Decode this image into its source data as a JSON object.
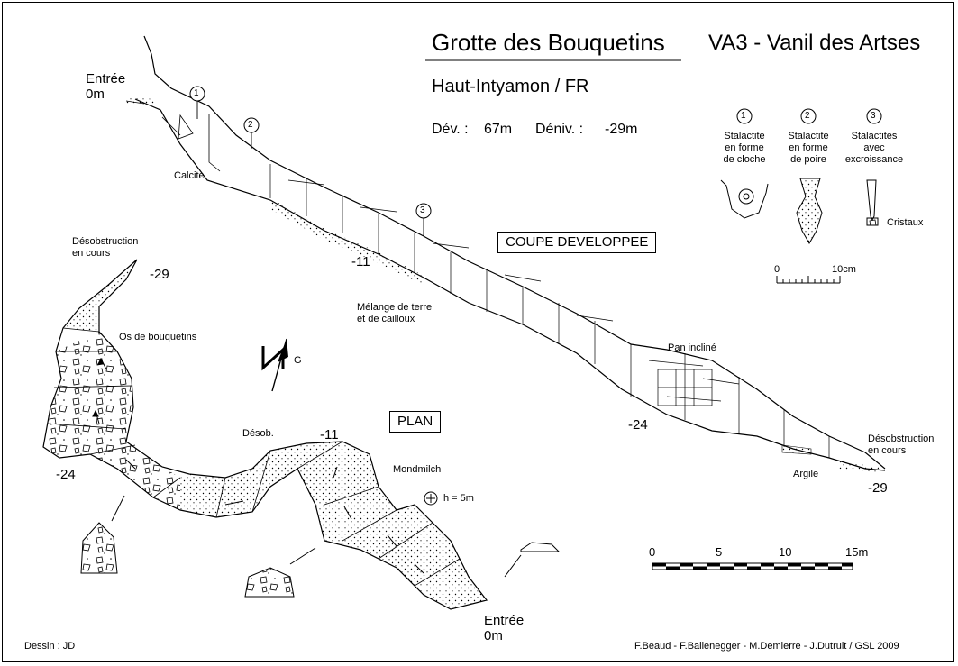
{
  "title": "Grotte des Bouquetins",
  "code": "VA3 - Vanil des Artses",
  "region": "Haut-Intyamon / FR",
  "dev_label": "Dév. :",
  "dev_value": "67m",
  "deniv_label": "Déniv. :",
  "deniv_value": "-29m",
  "section_label": "COUPE DEVELOPPEE",
  "plan_label": "PLAN",
  "north_letter": "G",
  "legend": [
    {
      "num": "1",
      "lines": [
        "Stalactite",
        "en forme",
        "de cloche"
      ]
    },
    {
      "num": "2",
      "lines": [
        "Stalactite",
        "en forme",
        "de poire"
      ]
    },
    {
      "num": "3",
      "lines": [
        "Stalactites",
        "avec",
        "excroissance"
      ]
    }
  ],
  "legend_crystals": "Cristaux",
  "small_scale": {
    "start": "0",
    "end": "10cm"
  },
  "big_scale": {
    "ticks": [
      "0",
      "5",
      "10",
      "15m"
    ]
  },
  "section": {
    "entrance": [
      "Entrée",
      "0m"
    ],
    "calcite": "Calcite",
    "markers": [
      "1",
      "2",
      "3"
    ],
    "depth_11": "-11",
    "mix": [
      "Mélange de terre",
      "et de cailloux"
    ],
    "pan": "Pan incliné",
    "depth_24": "-24",
    "desob": [
      "Désobstruction",
      "en cours"
    ],
    "argile": "Argile",
    "depth_29": "-29"
  },
  "plan": {
    "desob": [
      "Désobstruction",
      "en cours"
    ],
    "depth_29": "-29",
    "bones": "Os de bouquetins",
    "depth_24": "-24",
    "desob_short": "Désob.",
    "depth_11": "-11",
    "mondmilch": "Mondmilch",
    "shaft": "h = 5m",
    "entrance": [
      "Entrée",
      "0m"
    ]
  },
  "credits": {
    "drawing": "Dessin : JD",
    "authors": "F.Beaud - F.Ballenegger - M.Demierre - J.Dutruit  /  GSL 2009"
  }
}
